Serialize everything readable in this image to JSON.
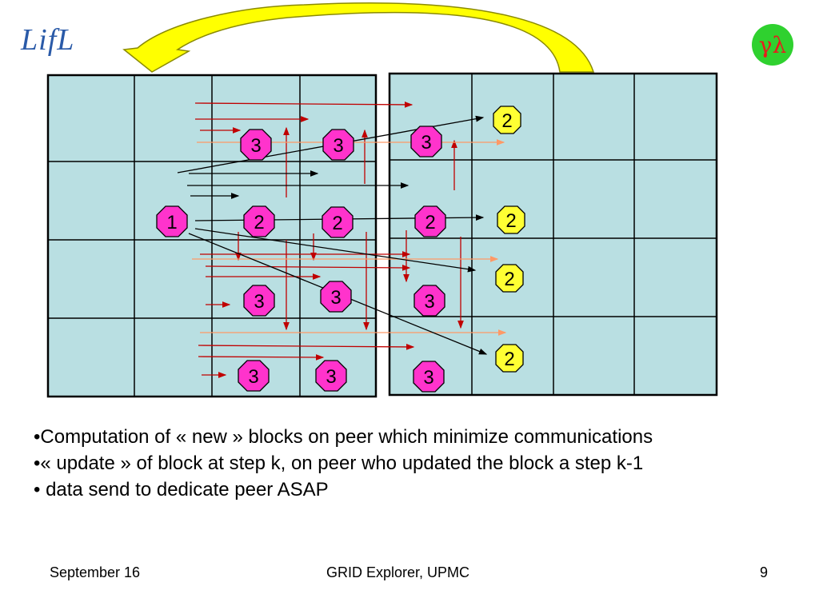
{
  "logo": {
    "text": "LifL"
  },
  "badge": {
    "text": "γλ"
  },
  "diagram": {
    "left_grid": {
      "rows": 4,
      "cols": 4,
      "fill": "#b9dfe2"
    },
    "right_grid": {
      "rows": 4,
      "cols": 4,
      "fill": "#b9dfe2"
    },
    "nodes": [
      {
        "label": "1",
        "fill": "#ff33cc"
      },
      {
        "label": "2",
        "fill": "#ff33cc"
      },
      {
        "label": "2",
        "fill": "#ff33cc"
      },
      {
        "label": "2",
        "fill": "#ff33cc"
      },
      {
        "label": "3",
        "fill": "#ff33cc"
      },
      {
        "label": "3",
        "fill": "#ff33cc"
      },
      {
        "label": "3",
        "fill": "#ff33cc"
      },
      {
        "label": "3",
        "fill": "#ff33cc"
      },
      {
        "label": "3",
        "fill": "#ff33cc"
      },
      {
        "label": "3",
        "fill": "#ff33cc"
      },
      {
        "label": "3",
        "fill": "#ff33cc"
      },
      {
        "label": "3",
        "fill": "#ff33cc"
      },
      {
        "label": "3",
        "fill": "#ff33cc"
      },
      {
        "label": "2",
        "fill": "#ffff33"
      },
      {
        "label": "2",
        "fill": "#ffff33"
      },
      {
        "label": "2",
        "fill": "#ffff33"
      },
      {
        "label": "2",
        "fill": "#ffff33"
      }
    ],
    "colors": {
      "red_arrow": "#c00000",
      "orange_arrow": "#ff9966",
      "black_arrow": "#000000",
      "curved_arrow": "#ffff00"
    }
  },
  "bullets": [
    "•Computation of « new » blocks on peer which minimize communications",
    "•« update » of block at step k, on peer who updated the block a step k-1",
    "• data send to dedicate peer ASAP"
  ],
  "footer": {
    "date": "September 16",
    "center": "GRID Explorer, UPMC",
    "page": "9"
  }
}
